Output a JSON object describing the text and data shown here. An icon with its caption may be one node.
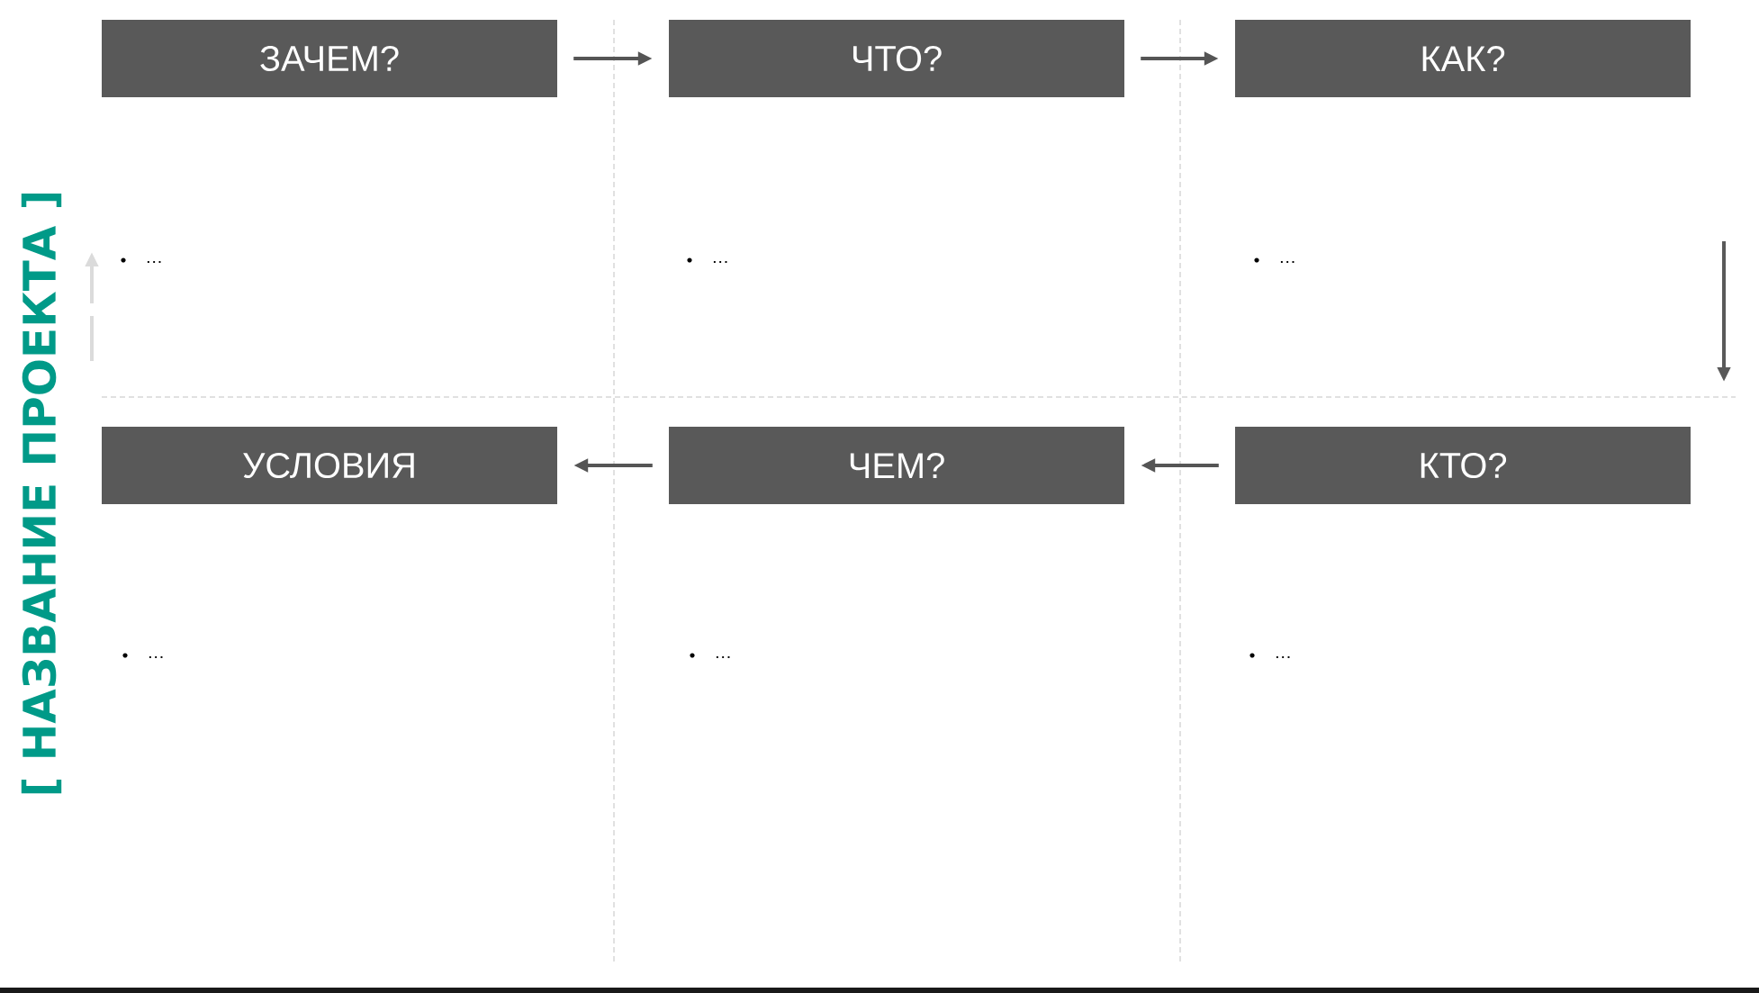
{
  "diagram": {
    "title": "[ НАЗВАНИЕ ПРОЕКТА ]",
    "nodes": [
      {
        "text": [
          "ЗАЧЕМ?"
        ]
      },
      {
        "text": [
          "ЧТО?"
        ]
      },
      {
        "text": [
          "КАК?"
        ]
      },
      {
        "text": [
          "УСЛОВИЯ"
        ]
      },
      {
        "text": [
          "ЧЕМ?"
        ]
      },
      {
        "text": [
          "КТО?"
        ]
      }
    ],
    "edges": [
      {
        "from": 0,
        "to": 1,
        "arrow": "to"
      },
      {
        "from": 1,
        "to": 2,
        "arrow": "to"
      },
      {
        "from": 5,
        "to": 4,
        "arrow": "to"
      },
      {
        "from": 4,
        "to": 3,
        "arrow": "to"
      }
    ],
    "labels": [
      "…",
      "…",
      "…",
      "…",
      "…",
      "…"
    ]
  }
}
